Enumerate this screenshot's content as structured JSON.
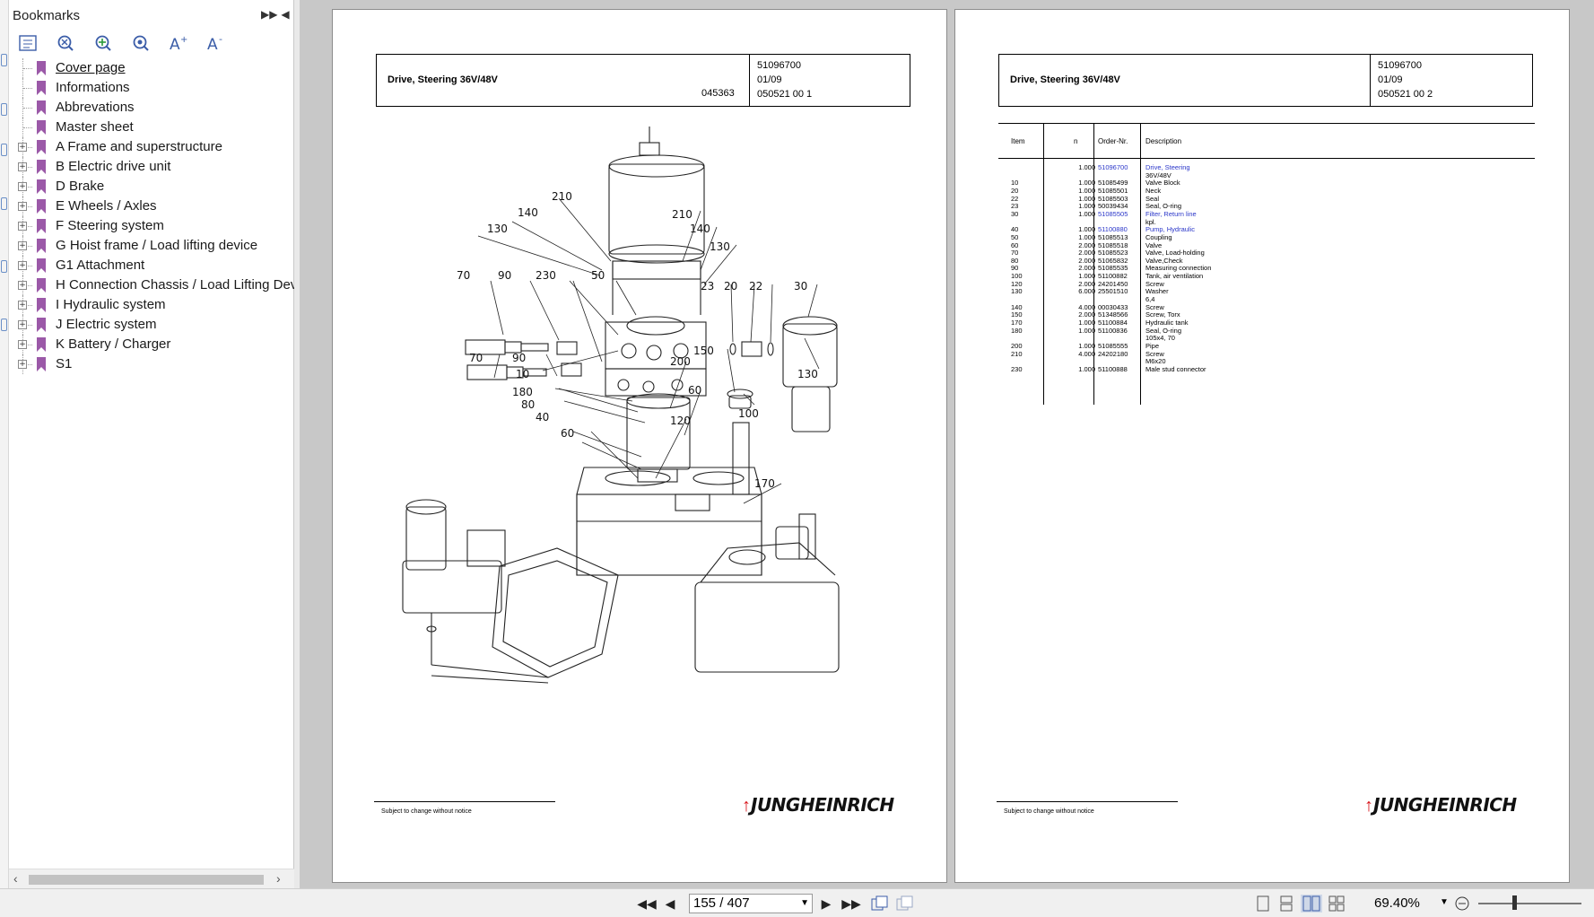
{
  "bookmarks_panel": {
    "title": "Bookmarks",
    "items": [
      {
        "label": "Cover page",
        "expandable": false,
        "link": true
      },
      {
        "label": "Informations",
        "expandable": false
      },
      {
        "label": "Abbrevations",
        "expandable": false
      },
      {
        "label": "Master sheet",
        "expandable": false
      },
      {
        "label": "A Frame and superstructure",
        "expandable": true
      },
      {
        "label": "B Electric drive unit",
        "expandable": true
      },
      {
        "label": "D Brake",
        "expandable": true
      },
      {
        "label": "E Wheels / Axles",
        "expandable": true
      },
      {
        "label": "F Steering system",
        "expandable": true
      },
      {
        "label": "G Hoist frame / Load lifting device",
        "expandable": true
      },
      {
        "label": "G1 Attachment",
        "expandable": true
      },
      {
        "label": "H Connection Chassis / Load Lifting Devi",
        "expandable": true
      },
      {
        "label": "I Hydraulic system",
        "expandable": true
      },
      {
        "label": "J Electric system",
        "expandable": true
      },
      {
        "label": "K Battery / Charger",
        "expandable": true
      },
      {
        "label": "S1",
        "expandable": true
      }
    ]
  },
  "page_left": {
    "title": "Drive, Steering 36V/48V",
    "drawing_no": "045363",
    "ref1": "51096700",
    "ref2": "01/09",
    "ref3": "050521 00 1",
    "footer": "Subject to change without notice",
    "logo": "JUNGHEINRICH",
    "callouts": [
      "210",
      "140",
      "130",
      "210",
      "140",
      "130",
      "70",
      "90",
      "230",
      "50",
      "23",
      "20",
      "22",
      "30",
      "70",
      "90",
      "10",
      "180",
      "80",
      "40",
      "200",
      "60",
      "150",
      "130",
      "100",
      "120",
      "60",
      "170"
    ]
  },
  "page_right": {
    "title": "Drive, Steering 36V/48V",
    "ref1": "51096700",
    "ref2": "01/09",
    "ref3": "050521 00 2",
    "footer": "Subject to change without notice",
    "logo": "JUNGHEINRICH",
    "table_headers": {
      "item": "Item",
      "n": "n",
      "order": "Order-Nr.",
      "desc": "Description"
    },
    "rows": [
      {
        "item": "",
        "n": "1.000",
        "order": "51096700",
        "desc": "Drive, Steering",
        "blue": true
      },
      {
        "item": "",
        "n": "",
        "order": "",
        "desc": "36V/48V"
      },
      {
        "item": "10",
        "n": "1.000",
        "order": "51085499",
        "desc": "Valve Block"
      },
      {
        "item": "20",
        "n": "1.000",
        "order": "51085501",
        "desc": "Neck"
      },
      {
        "item": "22",
        "n": "1.000",
        "order": "51085503",
        "desc": "Seal"
      },
      {
        "item": "23",
        "n": "1.000",
        "order": "50039434",
        "desc": "Seal, O-ring"
      },
      {
        "item": "30",
        "n": "1.000",
        "order": "51085505",
        "desc": "Filter, Return line",
        "blue": true
      },
      {
        "item": "",
        "n": "",
        "order": "",
        "desc": "kpl."
      },
      {
        "item": "40",
        "n": "1.000",
        "order": "51100880",
        "desc": "Pump, Hydraulic",
        "blue": true
      },
      {
        "item": "50",
        "n": "1.000",
        "order": "51085513",
        "desc": "Coupling"
      },
      {
        "item": "60",
        "n": "2.000",
        "order": "51085518",
        "desc": "Valve"
      },
      {
        "item": "70",
        "n": "2.000",
        "order": "51085523",
        "desc": "Valve, Load-holding"
      },
      {
        "item": "80",
        "n": "2.000",
        "order": "51065832",
        "desc": "Valve,Check"
      },
      {
        "item": "90",
        "n": "2.000",
        "order": "51085535",
        "desc": "Measuring connection"
      },
      {
        "item": "100",
        "n": "1.000",
        "order": "51100882",
        "desc": "Tank, air ventilation"
      },
      {
        "item": "120",
        "n": "2.000",
        "order": "24201450",
        "desc": "Screw"
      },
      {
        "item": "130",
        "n": "6.000",
        "order": "25501510",
        "desc": "Washer"
      },
      {
        "item": "",
        "n": "",
        "order": "",
        "desc": "6,4"
      },
      {
        "item": "140",
        "n": "4.000",
        "order": "00030433",
        "desc": "Screw"
      },
      {
        "item": "150",
        "n": "2.000",
        "order": "51348566",
        "desc": "Screw, Torx"
      },
      {
        "item": "170",
        "n": "1.000",
        "order": "51100884",
        "desc": "Hydraulic tank"
      },
      {
        "item": "180",
        "n": "1.000",
        "order": "51100836",
        "desc": "Seal, O-ring"
      },
      {
        "item": "",
        "n": "",
        "order": "",
        "desc": "105x4, 70"
      },
      {
        "item": "200",
        "n": "1.000",
        "order": "51085555",
        "desc": "Pipe"
      },
      {
        "item": "210",
        "n": "4.000",
        "order": "24202180",
        "desc": "Screw"
      },
      {
        "item": "",
        "n": "",
        "order": "",
        "desc": "M6x20"
      },
      {
        "item": "230",
        "n": "1.000",
        "order": "51100888",
        "desc": "Male stud connector"
      }
    ]
  },
  "navigation": {
    "page_indicator": "155 / 407",
    "zoom": "69.40%"
  },
  "colors": {
    "accent_link": "#2a36c9",
    "bookmark_flag": "#9b59a8",
    "logo_arrow": "#d8141a"
  }
}
